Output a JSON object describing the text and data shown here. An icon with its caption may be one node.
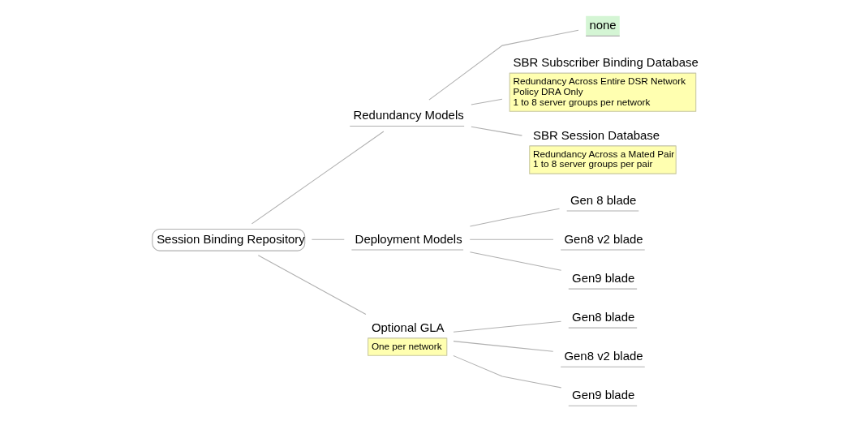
{
  "diagram": {
    "nodes": [
      {
        "text": [
          "Session Binding Repository"
        ]
      },
      {
        "text": [
          "Redundancy Models"
        ]
      },
      {
        "text": [
          "none"
        ]
      },
      {
        "text": [
          "SBR Subscriber Binding Database",
          "Redundancy Across Entire DSR Network",
          "Policy DRA Only",
          "1 to 8 server groups per network"
        ]
      },
      {
        "text": [
          "SBR Session Database",
          "Redundancy Across a Mated Pair",
          "1 to 8 server groups per pair"
        ]
      },
      {
        "text": [
          "Deployment Models"
        ]
      },
      {
        "text": [
          "Gen 8 blade"
        ]
      },
      {
        "text": [
          "Gen8 v2 blade"
        ]
      },
      {
        "text": [
          "Gen9 blade"
        ]
      },
      {
        "text": [
          "Optional GLA",
          "One per network"
        ]
      },
      {
        "text": [
          "Gen8 blade"
        ]
      },
      {
        "text": [
          "Gen8 v2 blade"
        ]
      },
      {
        "text": [
          "Gen9 blade"
        ]
      }
    ],
    "edges": [
      {
        "from": 0,
        "to": 1,
        "arrow": "none"
      },
      {
        "from": 1,
        "to": 2,
        "arrow": "none"
      },
      {
        "from": 1,
        "to": 3,
        "arrow": "none"
      },
      {
        "from": 1,
        "to": 4,
        "arrow": "none"
      },
      {
        "from": 0,
        "to": 5,
        "arrow": "none"
      },
      {
        "from": 5,
        "to": 6,
        "arrow": "none"
      },
      {
        "from": 5,
        "to": 7,
        "arrow": "none"
      },
      {
        "from": 5,
        "to": 8,
        "arrow": "none"
      },
      {
        "from": 0,
        "to": 9,
        "arrow": "none"
      },
      {
        "from": 9,
        "to": 10,
        "arrow": "none"
      },
      {
        "from": 9,
        "to": 11,
        "arrow": "none"
      },
      {
        "from": 9,
        "to": 12,
        "arrow": "none"
      }
    ]
  }
}
